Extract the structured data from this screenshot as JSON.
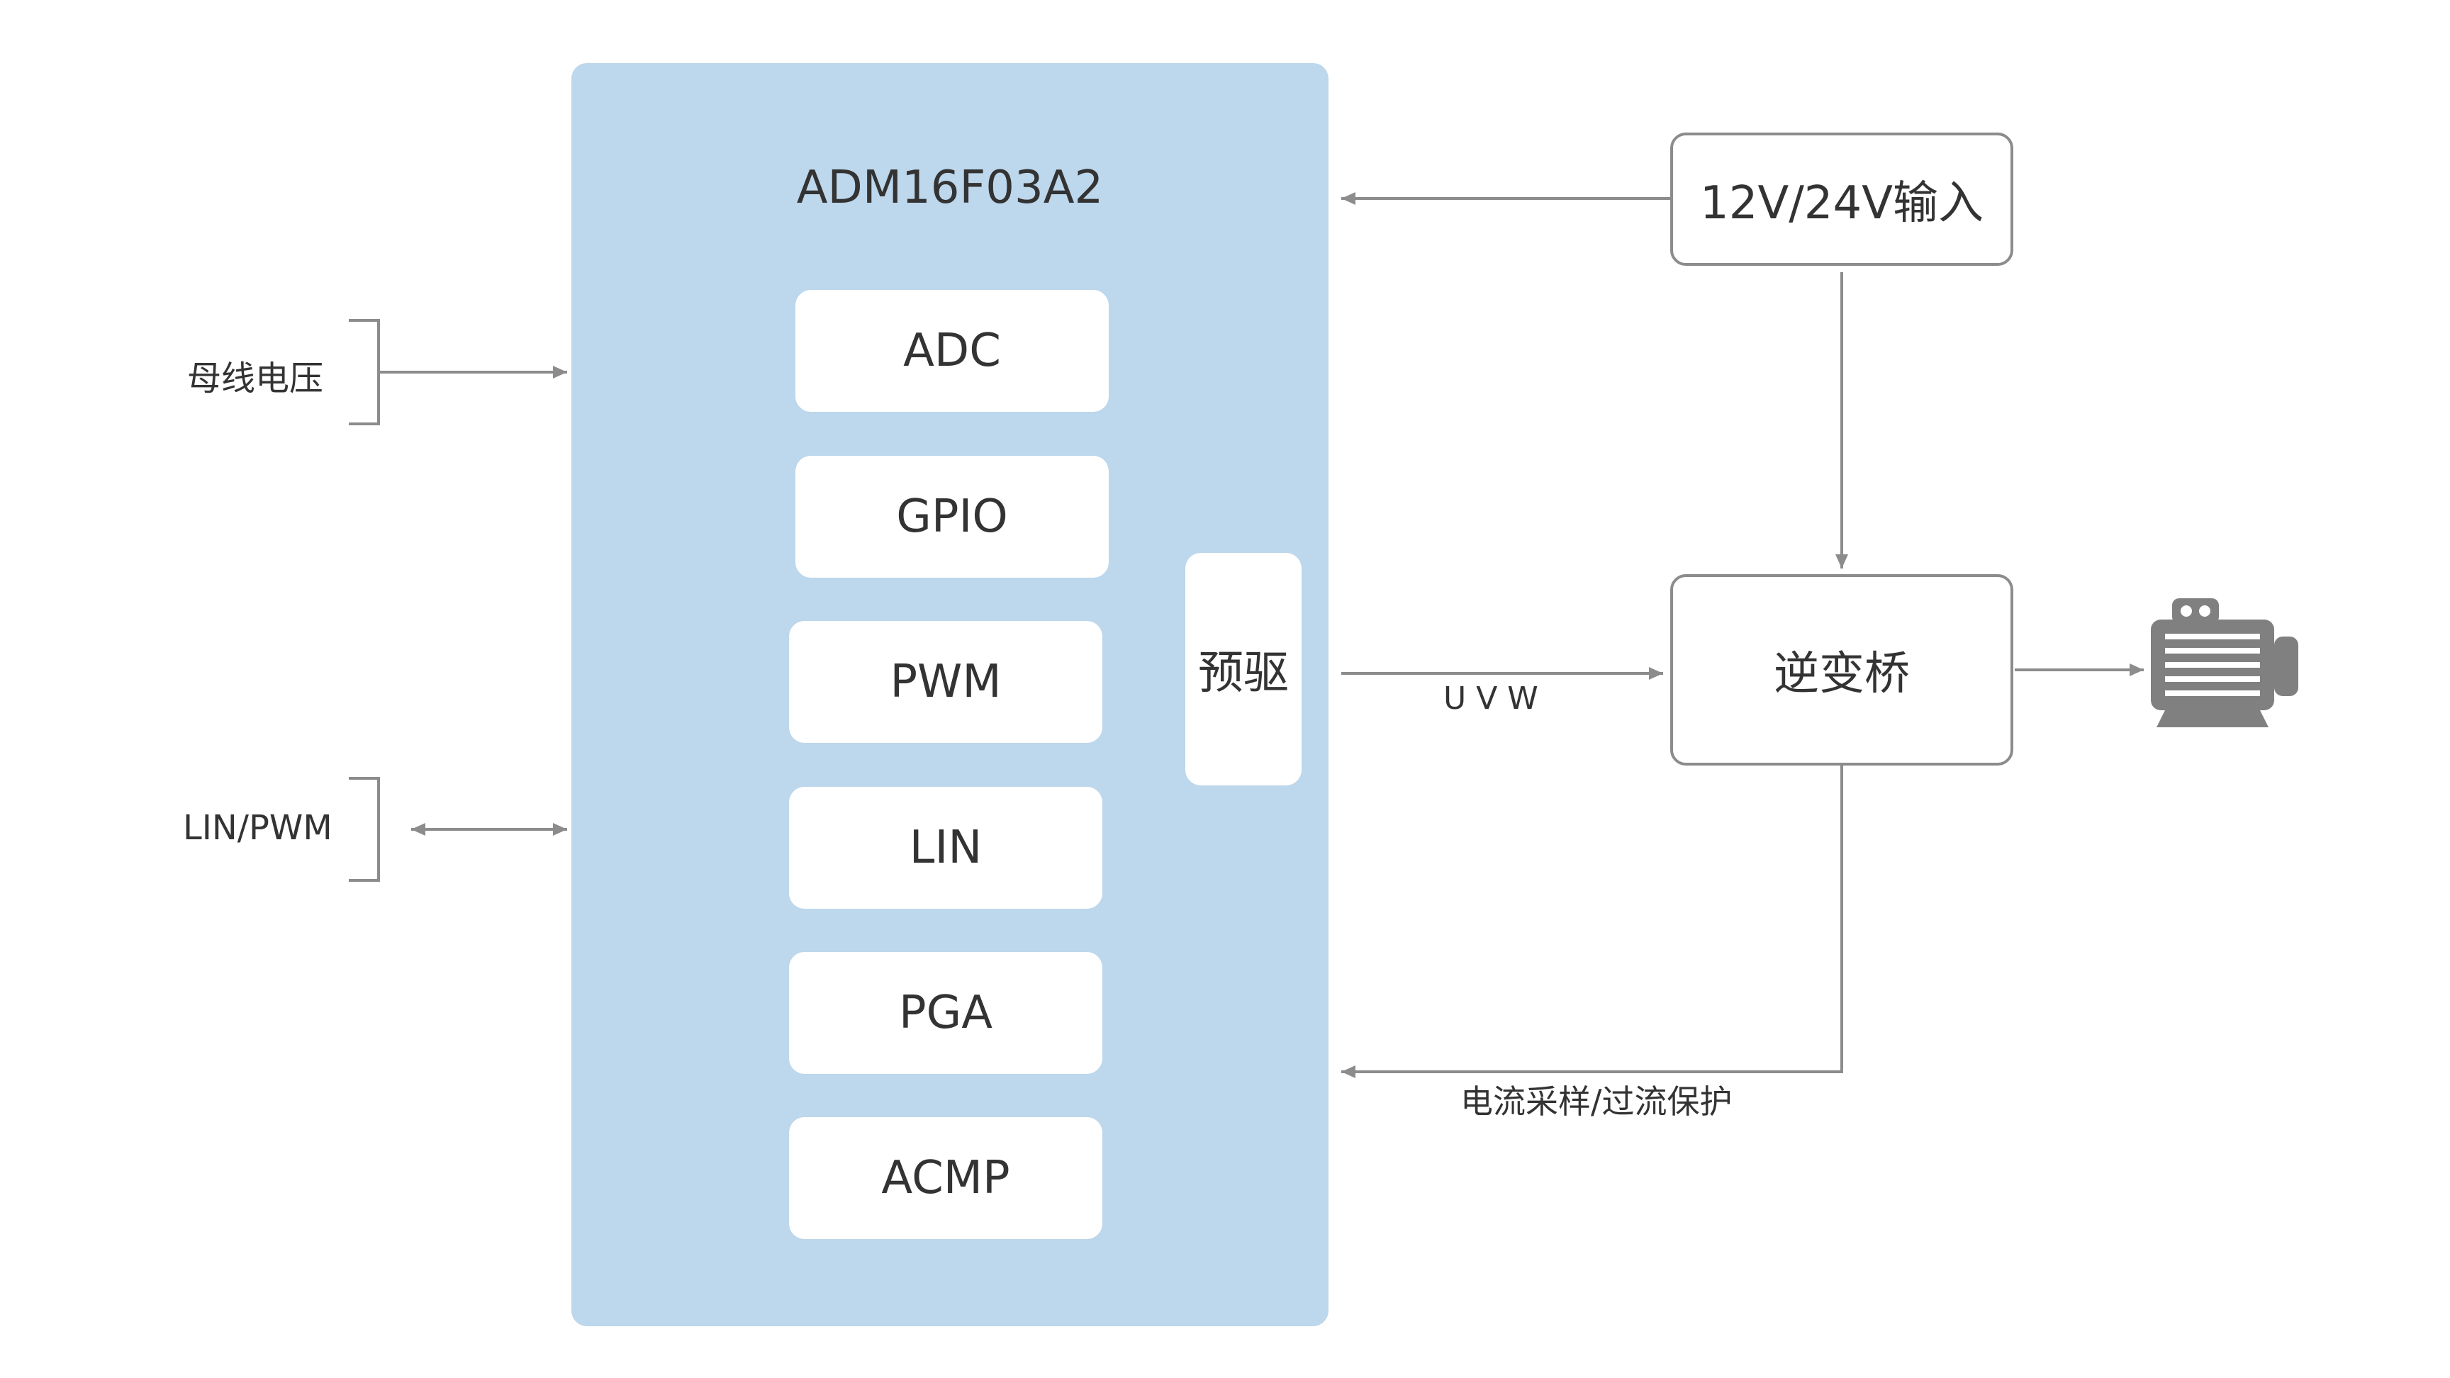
{
  "chip": {
    "title": "ADM16F03A2",
    "modules": [
      "ADC",
      "GPIO",
      "PWM",
      "LIN",
      "PGA",
      "ACMP"
    ],
    "predrive": "预驱"
  },
  "external": {
    "power_input": "12V/24V输入",
    "inverter": "逆变桥",
    "bus_voltage": "母线电压",
    "lin_pwm": "LIN/PWM",
    "uvw": "U V W",
    "current_sense": "电流采样/过流保护"
  },
  "colors": {
    "chip_fill": "#bdd7ec",
    "line": "#8c8c8c",
    "motor": "#808080"
  },
  "icons": {
    "motor": "motor-icon"
  }
}
